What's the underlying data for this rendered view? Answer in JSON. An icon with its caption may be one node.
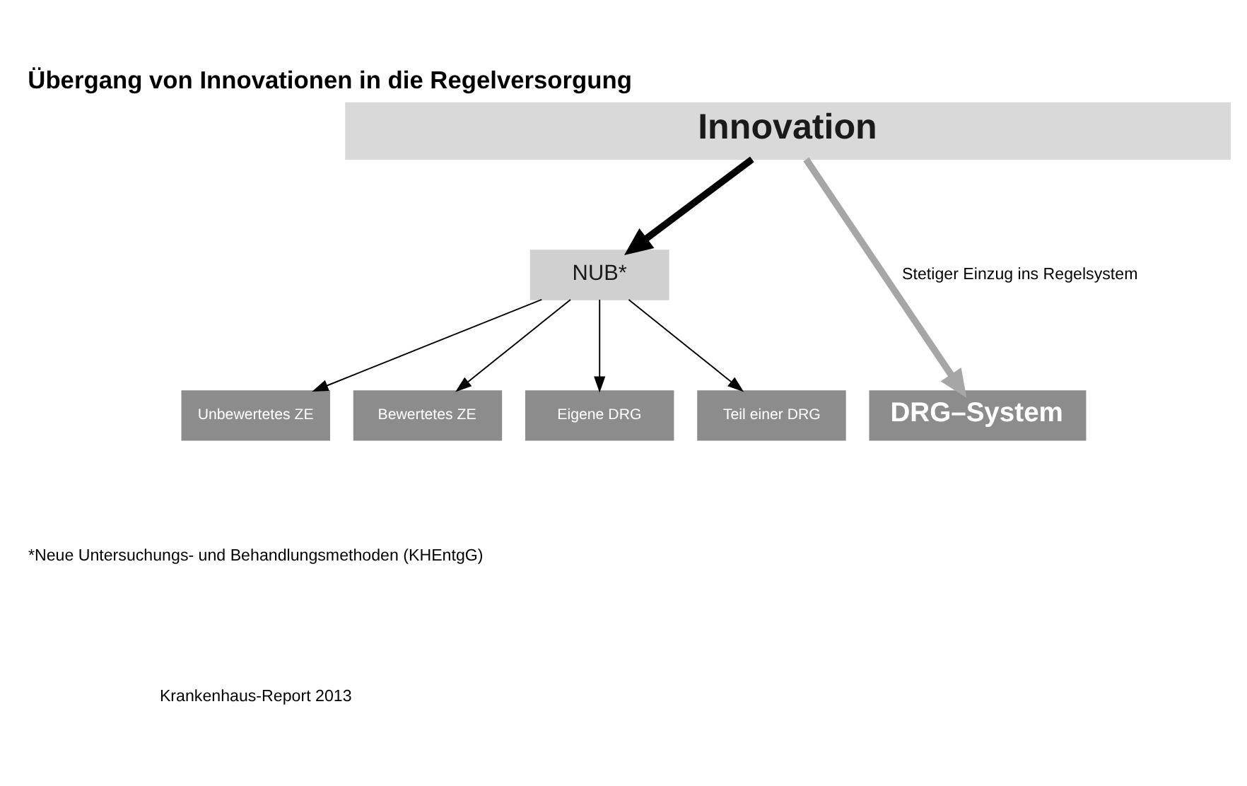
{
  "diagram": {
    "title": "Übergang von Innovationen in die Regelversorgung",
    "nodes": [
      {
        "text": [
          "Innovation"
        ]
      },
      {
        "text": [
          "NUB*"
        ]
      },
      {
        "text": [
          "Unbewertetes ZE"
        ]
      },
      {
        "text": [
          "Bewertetes ZE"
        ]
      },
      {
        "text": [
          "Eigene DRG"
        ]
      },
      {
        "text": [
          "Teil einer DRG"
        ]
      },
      {
        "text": [
          "DRG–System"
        ]
      }
    ],
    "edges": [
      {
        "from": 0,
        "to": 1,
        "arrow": "to",
        "style": "thick"
      },
      {
        "from": 1,
        "to": 2,
        "arrow": "to"
      },
      {
        "from": 1,
        "to": 3,
        "arrow": "to"
      },
      {
        "from": 1,
        "to": 4,
        "arrow": "to"
      },
      {
        "from": 1,
        "to": 5,
        "arrow": "to"
      },
      {
        "from": 0,
        "to": 6,
        "arrow": "to",
        "style": "thick",
        "color": "#a6a6a6",
        "label": "Stetiger Einzug ins Regelsystem"
      }
    ],
    "labels": [
      "*Neue Untersuchungs- und Behandlungsmethoden (KHEntgG)",
      "Krankenhaus-Report 2013"
    ]
  }
}
